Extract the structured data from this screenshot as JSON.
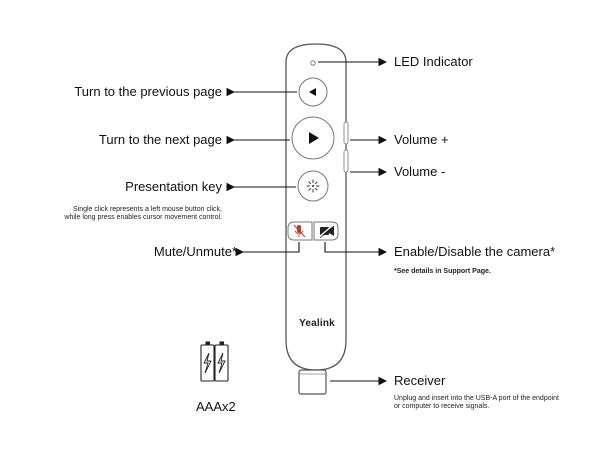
{
  "labels": {
    "led_indicator": "LED Indicator",
    "previous_page": "Turn to the previous page",
    "next_page": "Turn to the next page",
    "volume_up": "Volume +",
    "volume_down": "Volume -",
    "presentation_key": "Presentation key",
    "presentation_note_1": "Single click represents a left mouse button click,",
    "presentation_note_2": "while long press enables cursor movement control.",
    "mute": "Mute/Unmute*",
    "camera": "Enable/Disable the camera*",
    "support_note": "*See details in Support Page.",
    "brand": "Yealink",
    "receiver": "Receiver",
    "receiver_note_1": "Unplug and insert into the USB-A port of the endpoint",
    "receiver_note_2": "or computer to receive signals.",
    "battery": "AAAx2"
  },
  "colors": {
    "outline": "#555555",
    "text": "#111111",
    "mute_accent": "#c0392b"
  },
  "icons": {
    "prev": "triangle-left-icon",
    "next": "triangle-right-icon",
    "presentation": "laser-pointer-icon",
    "mute": "muted-mic-icon",
    "camera": "camera-off-icon",
    "battery": "battery-icon"
  }
}
